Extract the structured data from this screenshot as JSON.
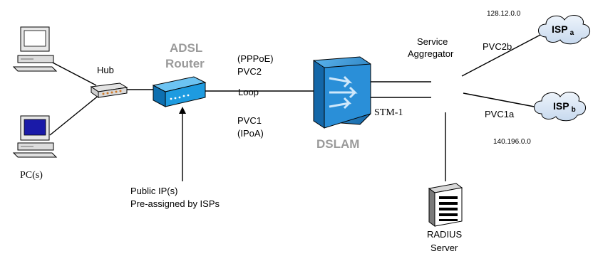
{
  "labels": {
    "hub": "Hub",
    "pcs": "PC(s)",
    "router_line1": "ADSL",
    "router_line2": "Router",
    "pppoe": "(PPPoE)",
    "pvc2": "PVC2",
    "loop": "Loop",
    "pvc1": "PVC1",
    "ipoa": "(IPoA)",
    "dslam": "DSLAM",
    "stm1": "STM-1",
    "aggregator_line1": "Service",
    "aggregator_line2": "Aggregator",
    "pvc2b": "PVC2b",
    "pvc1a": "PVC1a",
    "net_a": "128.12.0.0",
    "net_b": "140.196.0.0",
    "isp_a_main": "ISP",
    "isp_a_sub": "a",
    "isp_b_main": "ISP",
    "isp_b_sub": "b",
    "public_ip_line1": "Public IP(s)",
    "public_ip_line2": "Pre-assigned by ISPs",
    "radius_line1": "RADIUS",
    "radius_line2": "Server"
  },
  "colors": {
    "router": "#1e9be0",
    "router_dark": "#0d6fb0",
    "dslam": "#2a8fd8",
    "dslam_dark": "#1467a8",
    "cloud": "#d8e6f5",
    "label_grey": "#9a9a9a"
  },
  "icons": [
    "pc-icon",
    "hub-icon",
    "router-icon",
    "dslam-icon",
    "cloud-icon",
    "server-icon"
  ]
}
